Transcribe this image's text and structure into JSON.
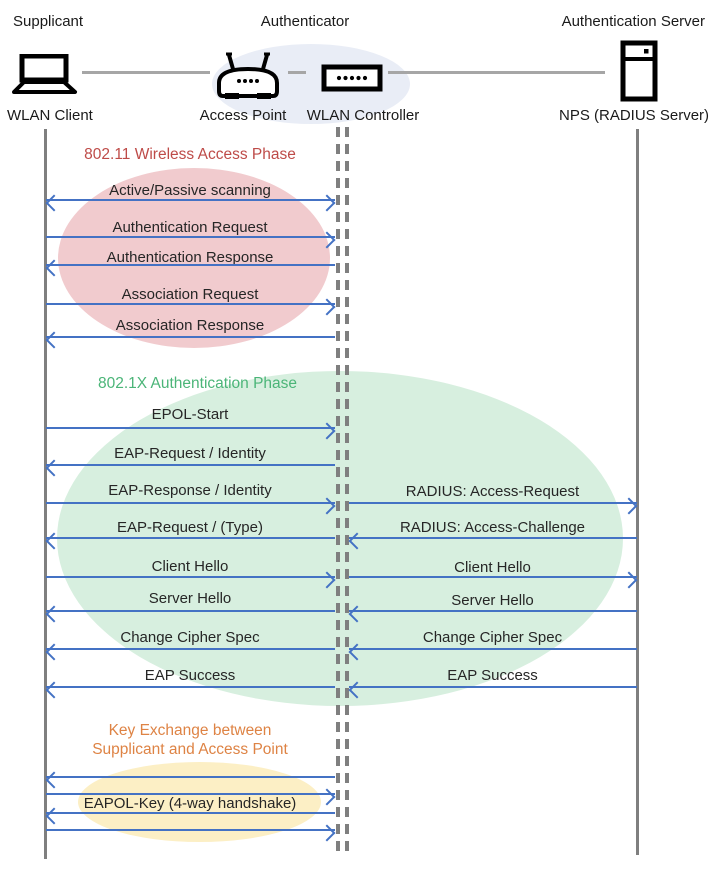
{
  "header": {
    "roles": [
      {
        "label": "Supplicant"
      },
      {
        "label": "Authenticator"
      },
      {
        "label": "Authentication Server"
      }
    ],
    "nodes": [
      {
        "label": "WLAN Client",
        "icon": "laptop-icon"
      },
      {
        "label": "Access Point",
        "icon": "access-point-icon"
      },
      {
        "label": "WLAN Controller",
        "icon": "wlan-controller-icon"
      },
      {
        "label": "NPS (RADIUS Server)",
        "icon": "server-icon"
      }
    ]
  },
  "red": {
    "title": "802.11 Wireless Access Phase",
    "msgs": [
      {
        "label": "Active/Passive scanning",
        "dir": "both"
      },
      {
        "label": "Authentication Request",
        "dir": "right"
      },
      {
        "label": "Authentication Response",
        "dir": "left"
      },
      {
        "label": "Association Request",
        "dir": "right"
      },
      {
        "label": "Association Response",
        "dir": "left"
      }
    ]
  },
  "green": {
    "title": "802.1X Authentication Phase",
    "left_msgs": [
      {
        "label": "EPOL-Start",
        "dir": "right"
      },
      {
        "label": "EAP-Request / Identity",
        "dir": "left"
      },
      {
        "label": "EAP-Response / Identity",
        "dir": "right"
      },
      {
        "label": "EAP-Request / (Type)",
        "dir": "left"
      },
      {
        "label": "Client Hello",
        "dir": "right"
      },
      {
        "label": "Server Hello",
        "dir": "left"
      },
      {
        "label": "Change Cipher Spec",
        "dir": "left"
      },
      {
        "label": "EAP Success",
        "dir": "left"
      }
    ],
    "right_msgs": [
      {
        "label": "RADIUS: Access-Request",
        "dir": "right"
      },
      {
        "label": "RADIUS: Access-Challenge",
        "dir": "left"
      },
      {
        "label": "Client Hello",
        "dir": "right"
      },
      {
        "label": "Server Hello",
        "dir": "left"
      },
      {
        "label": "Change Cipher Spec",
        "dir": "left"
      },
      {
        "label": "EAP Success",
        "dir": "left"
      }
    ]
  },
  "yellow": {
    "title_line1": "Key Exchange between",
    "title_line2": "Supplicant and Access Point",
    "msgs": [
      {
        "dir": "left"
      },
      {
        "dir": "right"
      },
      {
        "label": "EAPOL-Key (4-way handshake)",
        "dir": "left"
      },
      {
        "dir": "right"
      }
    ]
  },
  "colors": {
    "arrow_blue": "#4472C4",
    "lifeline_gray": "#7F7F7F",
    "connector_gray": "#A6A6A6",
    "red_title": "#BE4B48",
    "green_title": "#4BB578",
    "orange_title": "#DE8344",
    "red_ellipse": "#F1CBCE",
    "green_ellipse": "#D7EFDF",
    "yellow_ellipse": "#FCEFC5",
    "hub_ellipse": "#E9EDF6"
  }
}
